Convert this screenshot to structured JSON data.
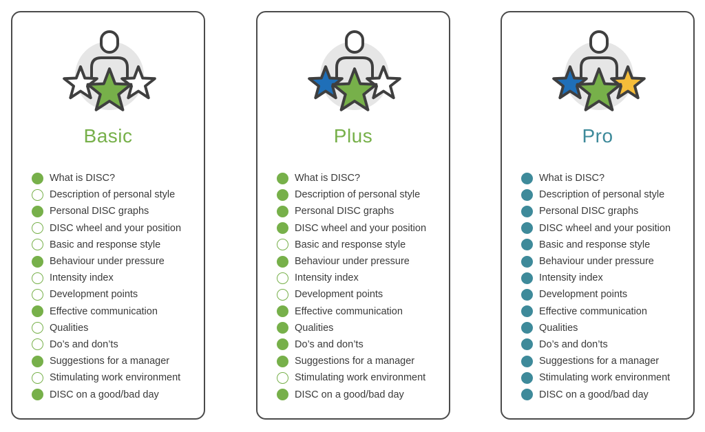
{
  "colors": {
    "green": "#77b04a",
    "teal": "#3e8a9a",
    "blue": "#1f6fb8",
    "yellow": "#f5bd3a",
    "outline": "#3f3f3f",
    "halo": "#e6e6e6"
  },
  "tiers": [
    {
      "title": "Basic",
      "accent": "#77b04a",
      "icon": "person-with-one-star-icon",
      "star_colors": [
        "#ffffff",
        "#77b04a",
        "#ffffff"
      ],
      "features": [
        {
          "label": "What is DISC?",
          "included": true
        },
        {
          "label": "Description of personal style",
          "included": false
        },
        {
          "label": "Personal DISC graphs",
          "included": true
        },
        {
          "label": "DISC wheel and your position",
          "included": false
        },
        {
          "label": "Basic and response style",
          "included": false
        },
        {
          "label": "Behaviour under pressure",
          "included": true
        },
        {
          "label": "Intensity index",
          "included": false
        },
        {
          "label": "Development points",
          "included": false
        },
        {
          "label": "Effective communication",
          "included": true
        },
        {
          "label": "Qualities",
          "included": false
        },
        {
          "label": "Do’s and don’ts",
          "included": false
        },
        {
          "label": "Suggestions for a manager",
          "included": true
        },
        {
          "label": "Stimulating work environment",
          "included": false
        },
        {
          "label": "DISC on a good/bad day",
          "included": true
        }
      ]
    },
    {
      "title": "Plus",
      "accent": "#77b04a",
      "icon": "person-with-two-stars-icon",
      "star_colors": [
        "#1f6fb8",
        "#77b04a",
        "#ffffff"
      ],
      "features": [
        {
          "label": "What is DISC?",
          "included": true
        },
        {
          "label": "Description of personal style",
          "included": true
        },
        {
          "label": "Personal DISC graphs",
          "included": true
        },
        {
          "label": "DISC wheel and your position",
          "included": true
        },
        {
          "label": "Basic and response style",
          "included": false
        },
        {
          "label": "Behaviour under pressure",
          "included": true
        },
        {
          "label": "Intensity index",
          "included": false
        },
        {
          "label": "Development points",
          "included": false
        },
        {
          "label": "Effective communication",
          "included": true
        },
        {
          "label": "Qualities",
          "included": true
        },
        {
          "label": "Do’s and don’ts",
          "included": true
        },
        {
          "label": "Suggestions for a manager",
          "included": true
        },
        {
          "label": "Stimulating work environment",
          "included": false
        },
        {
          "label": "DISC on a good/bad day",
          "included": true
        }
      ]
    },
    {
      "title": "Pro",
      "accent": "#3e8a9a",
      "icon": "person-with-three-stars-icon",
      "star_colors": [
        "#1f6fb8",
        "#77b04a",
        "#f5bd3a"
      ],
      "features": [
        {
          "label": "What is DISC?",
          "included": true
        },
        {
          "label": "Description of personal style",
          "included": true
        },
        {
          "label": "Personal DISC graphs",
          "included": true
        },
        {
          "label": "DISC wheel and your position",
          "included": true
        },
        {
          "label": "Basic and response style",
          "included": true
        },
        {
          "label": "Behaviour under pressure",
          "included": true
        },
        {
          "label": "Intensity index",
          "included": true
        },
        {
          "label": "Development points",
          "included": true
        },
        {
          "label": "Effective communication",
          "included": true
        },
        {
          "label": "Qualities",
          "included": true
        },
        {
          "label": "Do’s and don’ts",
          "included": true
        },
        {
          "label": "Suggestions for a manager",
          "included": true
        },
        {
          "label": "Stimulating work environment",
          "included": true
        },
        {
          "label": "DISC on a good/bad day",
          "included": true
        }
      ]
    }
  ]
}
